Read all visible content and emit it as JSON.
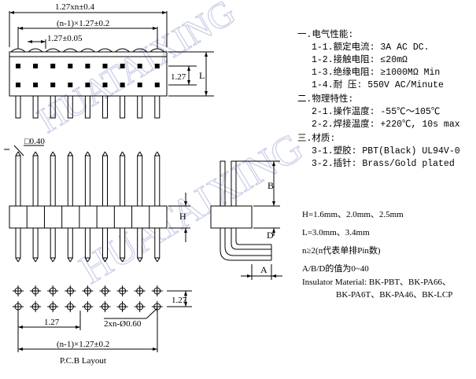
{
  "watermark": {
    "brand": "HUATAIXING"
  },
  "colors": {
    "line": "#000000",
    "watermark": "#c9cde6",
    "background": "#ffffff"
  },
  "top_view": {
    "dim_total": "1.27xn±0.4",
    "dim_span": "(n-1)×1.27±0.2",
    "dim_pitch": "1.27±0.05",
    "dim_row": "1.27",
    "dim_l": "L"
  },
  "side_view": {
    "dim_pin": "□0.40",
    "dim_b": "B",
    "dim_h": "H",
    "dim_d": "D",
    "dim_a": "A"
  },
  "pcb_layout": {
    "dim_row": "1.27",
    "dim_pitch": "1.27",
    "dim_hole": "2xn-Ø0.60",
    "dim_span": "(n-1)×1.27±0.2",
    "caption": "P.C.B Layout"
  },
  "specs": {
    "electrical_heading": "一.电气性能:",
    "rated_current": "1-1.额定电流: 3A AC DC.",
    "contact_resistance": "1-2.接触电阻: ≤20mΩ",
    "insulation_resistance": "1-3.绝缘电阻: ≥1000MΩ Min",
    "withstand_voltage": "1-4.耐    压: 550V AC/Minute",
    "physical_heading": "二.物理特性:",
    "operating_temp": "2-1.操作温度: -55℃～105℃",
    "soldering_temp": "2-2.焊接温度: +220℃, 10s max",
    "material_heading": "三.材质:",
    "plastic": "3-1.塑胶: PBT(Black) UL94V-0",
    "pin": "3-2.插针: Brass/Gold plated"
  },
  "notes": {
    "h_values": "H=1.6mm、2.0mm、2.5mm",
    "l_values": "L=3.0mm、3.4mm",
    "n_note": "n≥2(n代表单排Pin数)",
    "abd_note": "A/B/D的值为0~40",
    "insulator_line1": "Insulator Material: BK-PBT、BK-PA66、",
    "insulator_line2": "BK-PA6T、BK-PA46、BK-LCP"
  }
}
